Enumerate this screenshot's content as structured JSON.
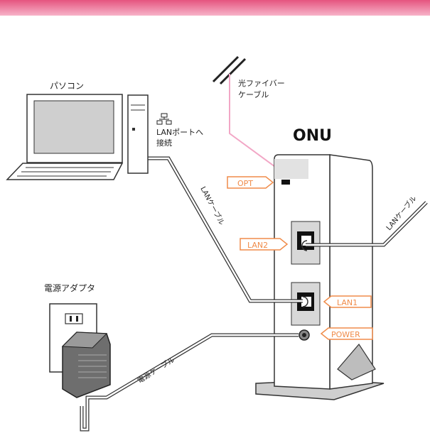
{
  "header": {
    "accent_color": "#e5547f"
  },
  "labels": {
    "pc": "パソコン",
    "lan_icon": "LANポートへ接続",
    "lan_port_line1": "LANポートへ",
    "lan_port_line2": "接続",
    "fiber_line1": "光ファイバー",
    "fiber_line2": "ケーブル",
    "onu": "ONU",
    "lan_cable_left": "LANケーブル",
    "lan_cable_right": "LANケーブル",
    "adapter": "電源アダプタ",
    "power_cable": "電源ケーブル"
  },
  "ports": {
    "opt": "OPT",
    "lan2": "LAN2",
    "lan1": "LAN1",
    "power": "POWER"
  },
  "colors": {
    "port_label": "#f08c4a",
    "fiber": "#f2a7c6",
    "onu_shade": "#d8d8d8",
    "line": "#333333"
  },
  "icons": [
    "network-icon",
    "desktop-pc",
    "monitor",
    "keyboard",
    "onu-device",
    "power-adapter",
    "wall-outlet",
    "fiber-break"
  ]
}
